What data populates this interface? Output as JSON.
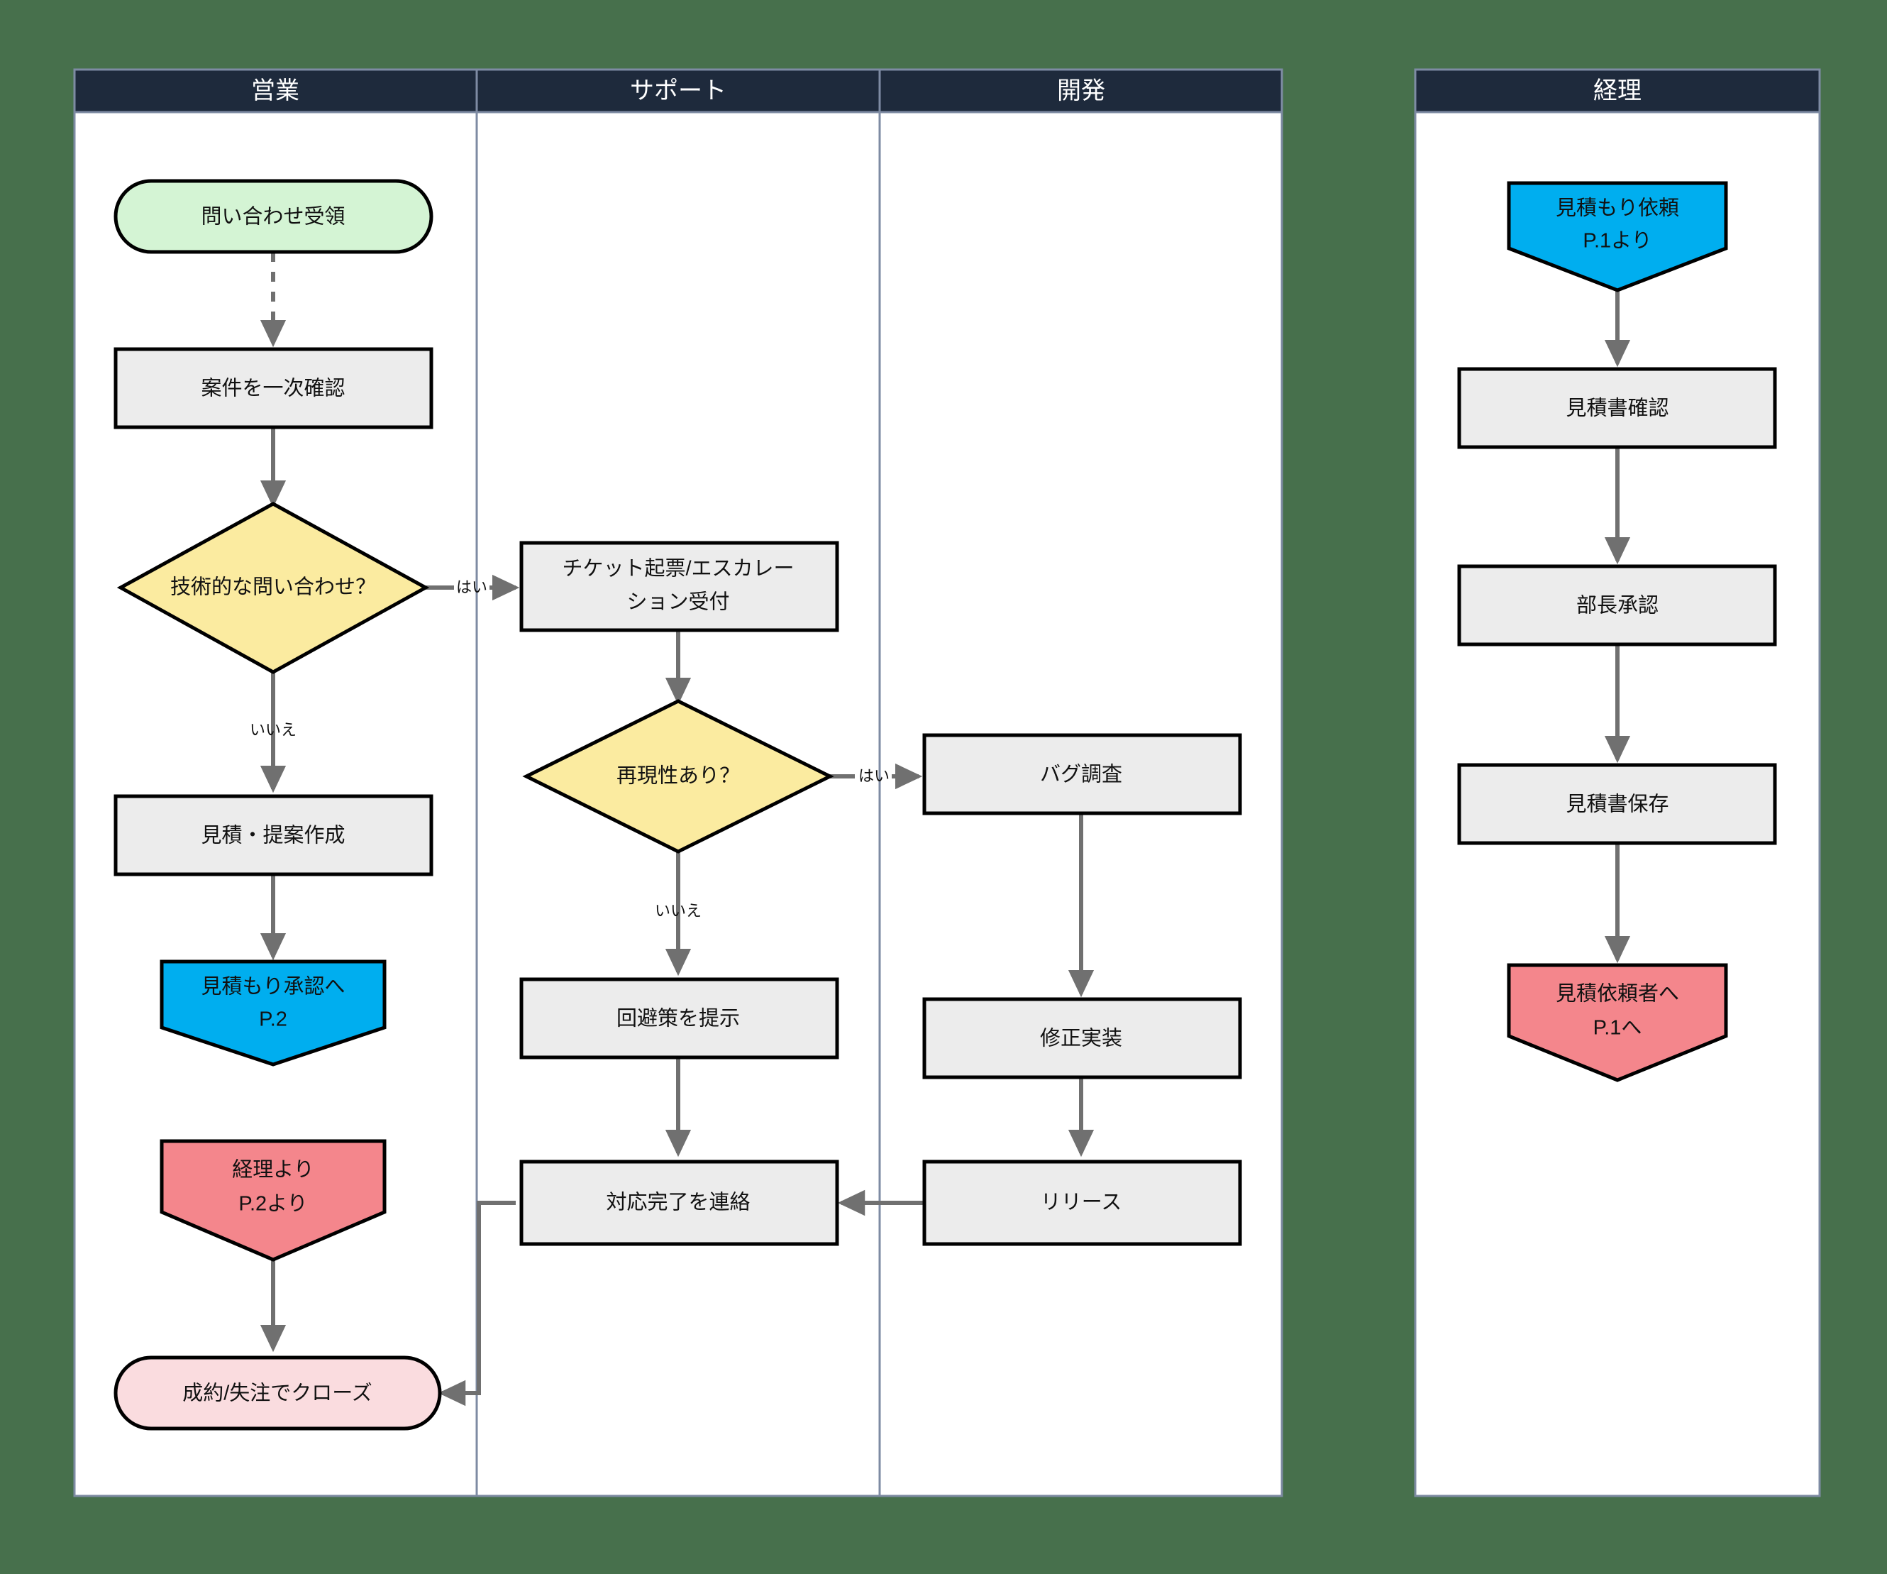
{
  "diagram": {
    "type": "swimlane-flowchart",
    "background_color": "#47704c",
    "lane_header_color": "#1e2a3c",
    "lane_body_color": "#ffffff",
    "lanes": [
      {
        "id": "sales",
        "title": "営業"
      },
      {
        "id": "support",
        "title": "サポート"
      },
      {
        "id": "dev",
        "title": "開発"
      },
      {
        "id": "account",
        "title": "経理"
      }
    ],
    "palette": {
      "start": "#d4f4d4",
      "end": "#fadcdf",
      "process": "#ececec",
      "decision": "#fbeba0",
      "offpage_in_out_blue": "#00aeef",
      "offpage_in_out_red": "#f4868c",
      "edge": "#707070",
      "stroke": "#000000"
    },
    "nodes": [
      {
        "id": "n1",
        "lane": "sales",
        "shape": "stadium-start",
        "lines": [
          "問い合わせ受領"
        ]
      },
      {
        "id": "n2",
        "lane": "sales",
        "shape": "process",
        "lines": [
          "案件を一次確認"
        ]
      },
      {
        "id": "n3",
        "lane": "sales",
        "shape": "decision",
        "lines": [
          "技術的な問い合わせ？"
        ]
      },
      {
        "id": "n4",
        "lane": "sales",
        "shape": "process",
        "lines": [
          "見積・提案作成"
        ]
      },
      {
        "id": "n5",
        "lane": "sales",
        "shape": "offpage-blue",
        "lines": [
          "見積もり承認へ",
          "P.2"
        ]
      },
      {
        "id": "n6",
        "lane": "sales",
        "shape": "offpage-red",
        "lines": [
          "経理より",
          "P.2より"
        ]
      },
      {
        "id": "n7",
        "lane": "sales",
        "shape": "stadium-end",
        "lines": [
          "成約/失注でクローズ"
        ]
      },
      {
        "id": "n8",
        "lane": "support",
        "shape": "process",
        "lines": [
          "チケット起票/エスカレー",
          "ション受付"
        ]
      },
      {
        "id": "n9",
        "lane": "support",
        "shape": "decision",
        "lines": [
          "再現性あり？"
        ]
      },
      {
        "id": "n10",
        "lane": "support",
        "shape": "process",
        "lines": [
          "回避策を提示"
        ]
      },
      {
        "id": "n11",
        "lane": "support",
        "shape": "process",
        "lines": [
          "対応完了を連絡"
        ]
      },
      {
        "id": "n12",
        "lane": "dev",
        "shape": "process",
        "lines": [
          "バグ調査"
        ]
      },
      {
        "id": "n13",
        "lane": "dev",
        "shape": "process",
        "lines": [
          "修正実装"
        ]
      },
      {
        "id": "n14",
        "lane": "dev",
        "shape": "process",
        "lines": [
          "リリース"
        ]
      },
      {
        "id": "n15",
        "lane": "account",
        "shape": "offpage-blue",
        "lines": [
          "見積もり依頼",
          "P.1より"
        ]
      },
      {
        "id": "n16",
        "lane": "account",
        "shape": "process",
        "lines": [
          "見積書確認"
        ]
      },
      {
        "id": "n17",
        "lane": "account",
        "shape": "process",
        "lines": [
          "部長承認"
        ]
      },
      {
        "id": "n18",
        "lane": "account",
        "shape": "process",
        "lines": [
          "見積書保存"
        ]
      },
      {
        "id": "n19",
        "lane": "account",
        "shape": "offpage-red",
        "lines": [
          "見積依頼者へ",
          "P.1へ"
        ]
      }
    ],
    "edges": [
      {
        "from": "n1",
        "to": "n2",
        "label": "",
        "style": "dashed"
      },
      {
        "from": "n2",
        "to": "n3",
        "label": "",
        "style": "solid"
      },
      {
        "from": "n3",
        "to": "n8",
        "label": "はい",
        "style": "solid"
      },
      {
        "from": "n3",
        "to": "n4",
        "label": "いいえ",
        "style": "solid"
      },
      {
        "from": "n4",
        "to": "n5",
        "label": "",
        "style": "solid"
      },
      {
        "from": "n8",
        "to": "n9",
        "label": "",
        "style": "solid"
      },
      {
        "from": "n9",
        "to": "n12",
        "label": "はい",
        "style": "solid"
      },
      {
        "from": "n9",
        "to": "n10",
        "label": "いいえ",
        "style": "solid"
      },
      {
        "from": "n10",
        "to": "n11",
        "label": "",
        "style": "solid"
      },
      {
        "from": "n12",
        "to": "n13",
        "label": "",
        "style": "solid"
      },
      {
        "from": "n13",
        "to": "n14",
        "label": "",
        "style": "solid"
      },
      {
        "from": "n14",
        "to": "n11",
        "label": "",
        "style": "solid"
      },
      {
        "from": "n11",
        "to": "n7",
        "label": "",
        "style": "solid"
      },
      {
        "from": "n6",
        "to": "n7",
        "label": "",
        "style": "solid"
      },
      {
        "from": "n15",
        "to": "n16",
        "label": "",
        "style": "solid"
      },
      {
        "from": "n16",
        "to": "n17",
        "label": "",
        "style": "solid"
      },
      {
        "from": "n17",
        "to": "n18",
        "label": "",
        "style": "solid"
      },
      {
        "from": "n18",
        "to": "n19",
        "label": "",
        "style": "solid"
      }
    ],
    "edge_labels": {
      "yes": "はい",
      "no": "いいえ"
    }
  }
}
